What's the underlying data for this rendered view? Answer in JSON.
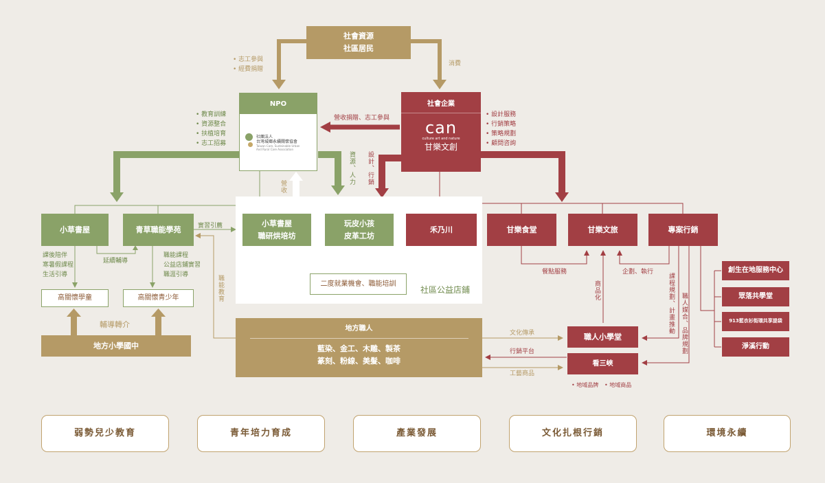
{
  "top_resource": {
    "line1": "社會資源",
    "line2": "社區居民"
  },
  "npo": {
    "header": "NPO",
    "logo_name": "社團法人",
    "logo_name_2": "台灣城鄉永續關懷協會",
    "logo_en_1": "Taiwan Care, Sustainable Urban",
    "logo_en_2": "And Rural Care Association"
  },
  "social_enterprise": {
    "header": "社會企業",
    "logo_mark": "can",
    "logo_en": "culture art and nature",
    "logo_name": "甘樂文創"
  },
  "labels": {
    "volunteer": "• 志工參與",
    "donation": "• 經費捐贈",
    "consume": "消費",
    "npo_edu": "• 教育訓練",
    "npo_resource": "• 資源整合",
    "npo_support": "• 扶植培育",
    "npo_recruit": "• 志工招募",
    "se_design": "• 設計服務",
    "se_marketing": "• 行銷策略",
    "se_strategy": "• 策略規劃",
    "se_consult": "• 顧問咨詢",
    "profit_donation": "營收捐贈、志工參與",
    "design_marketing": "設計、行銷",
    "resource_manpower": "資源、人力",
    "revenue": "營收",
    "internship": "實習引薦",
    "delay_counsel": "延續輔導",
    "after_school_1": "課後陪伴",
    "after_school_2": "寒暑假課程",
    "after_school_3": "生活引導",
    "vocational_1": "職能課程",
    "vocational_2": "公益店鋪實習",
    "vocational_3": "職涯引導",
    "counsel_refer": "輔導轉介",
    "skill_edu": "職能教育",
    "catering": "餐點服務",
    "planning_exec": "企劃、執行",
    "commodify": "商品化",
    "course_plan": "課程規劃、計畫推動",
    "artisan_media": "職人媒合、品牌規劃",
    "culture_spread": "文化傳承",
    "marketing_platform": "行銷平台",
    "craft_goods": "工藝商品",
    "local_brand": "• 地域品牌",
    "local_goods": "• 地域商品"
  },
  "nodes": {
    "xiaocao": "小草書屋",
    "qingcao": "青草職能學苑",
    "bakery_1": "小草書屋",
    "bakery_2": "職研烘培坊",
    "leather_1": "玩皮小孩",
    "leather_2": "皮革工坊",
    "henaichuan": "禾乃川",
    "ganle_canteen": "甘樂食堂",
    "ganle_travel": "甘樂文旅",
    "project_marketing": "專案行銷",
    "second_employment": "二度就業機會、職能培訓",
    "community_store": "社區公益店鋪",
    "highcare_school": "高關懷學童",
    "highcare_youth": "高關懷青少年",
    "local_school": "地方小學國中",
    "artisans_title": "地方職人",
    "artisans_line1": "藍染、金工、木雕、製茶",
    "artisans_line2": "篆刻、粉線、美髮、咖啡",
    "artisan_school": "職人小學堂",
    "kansanxia": "看三峽",
    "center": "創生在地服務中心",
    "commons": "眾落共學堂",
    "fir_street": "913藍衣衫街環共享提袋",
    "clean_stream": "淨溪行動"
  },
  "outcomes": [
    "弱勢兒少教育",
    "青年培力育成",
    "產業發展",
    "文化扎根行銷",
    "環境永續"
  ],
  "colors": {
    "gold": "#b59a66",
    "green": "#8aa268",
    "red": "#a23f44",
    "background": "#efece7"
  }
}
